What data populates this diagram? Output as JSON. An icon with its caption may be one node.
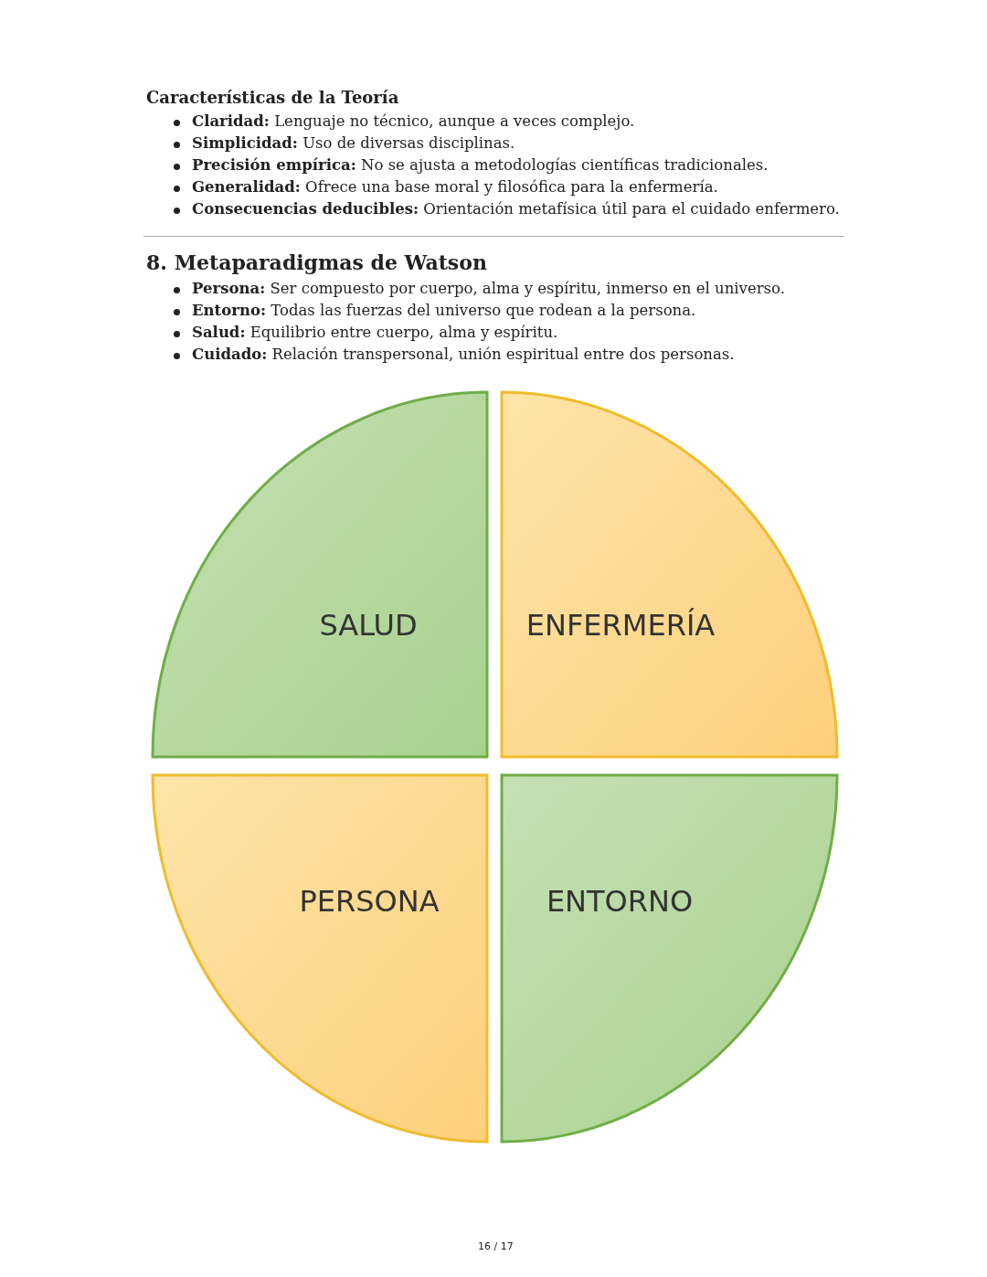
{
  "diagram": {
    "nodes": [
      {
        "text": [
          "SALUD"
        ]
      },
      {
        "text": [
          "ENFERMERÍA"
        ]
      },
      {
        "text": [
          "PERSONA"
        ]
      },
      {
        "text": [
          "ENTORNO"
        ]
      }
    ],
    "labels": [
      "Características de la Teoría",
      "**Claridad:** Lenguaje no técnico, aunque a veces complejo.",
      "**Simplicidad:** Uso de diversas disciplinas.",
      "**Precisión empírica:** No se ajusta a metodologías científicas tradicionales.",
      "**Generalidad:** Ofrece una base moral y filosófica para la enfermería.",
      "**Consecuencias deducibles:** Orientación metafísica útil para el cuidado enfermero.",
      "8. Metaparadigmas de Watson",
      "**Persona:** Ser compuesto por cuerpo, alma y espíritu, inmerso en el universo.",
      "**Entorno:** Todas las fuerzas del universo que rodean a la persona.",
      "**Salud:** Equilibrio entre cuerpo, alma y espíritu.",
      "**Cuidado:** Relación transpersonal, unión espiritual entre dos personas.",
      "16 / 17"
    ]
  }
}
